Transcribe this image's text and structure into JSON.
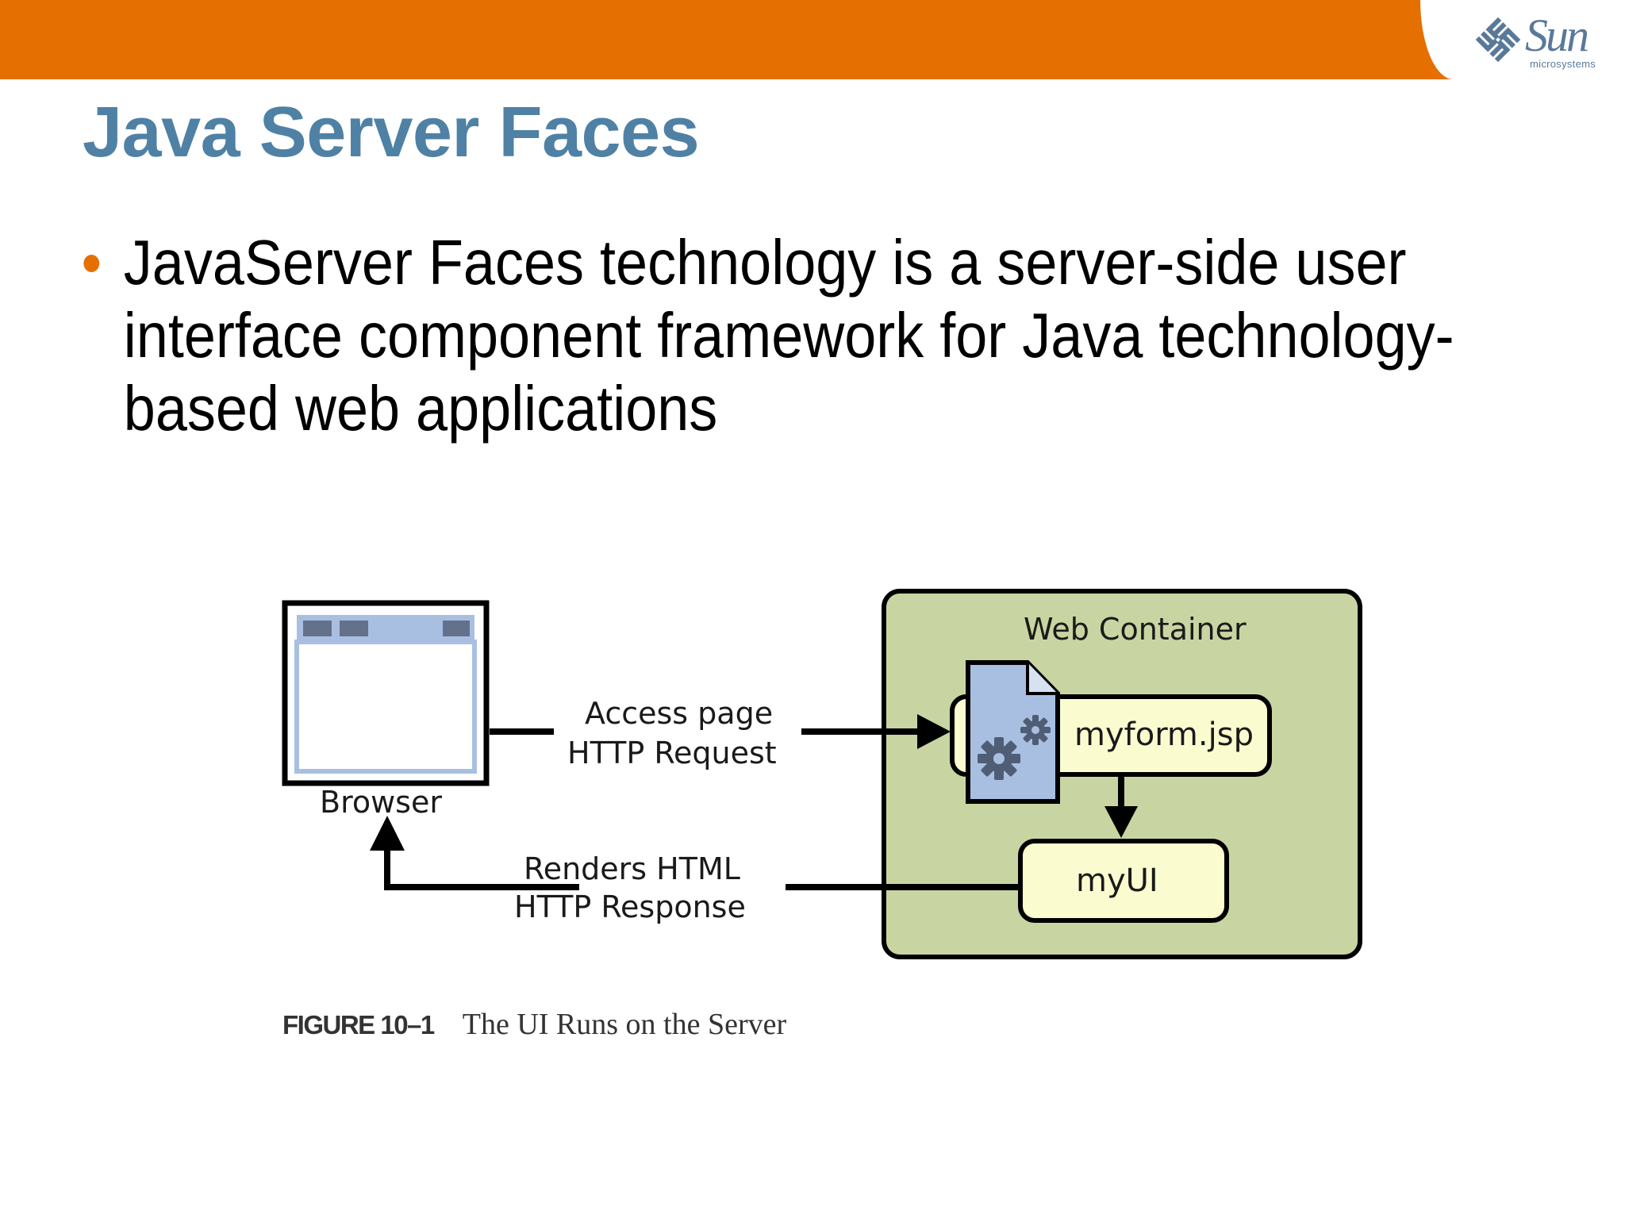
{
  "header": {
    "bar_color": "#e56f00",
    "logo_name": "Sun",
    "logo_sub": "microsystems",
    "logo_icon": "sun-logo-icon"
  },
  "slide": {
    "title": "Java Server Faces",
    "title_color": "#4f81a5",
    "bullets": [
      "JavaServer Faces technology is a server-side user interface component framework for Java technology-based web applications"
    ],
    "bullet_color": "#e56f00"
  },
  "figure": {
    "browser_label": "Browser",
    "request_line1": "Access page",
    "request_line2": "HTTP Request",
    "response_line1": "Renders HTML",
    "response_line2": "HTTP Response",
    "container_label": "Web Container",
    "jsp_label": "myform.jsp",
    "ui_label": "myUI",
    "caption_label": "FIGURE 10–1",
    "caption_text": "The UI Runs on the Server",
    "container_color": "#c8d5a2",
    "box_color": "#fbfbd0",
    "document_color": "#a9bfe2"
  }
}
